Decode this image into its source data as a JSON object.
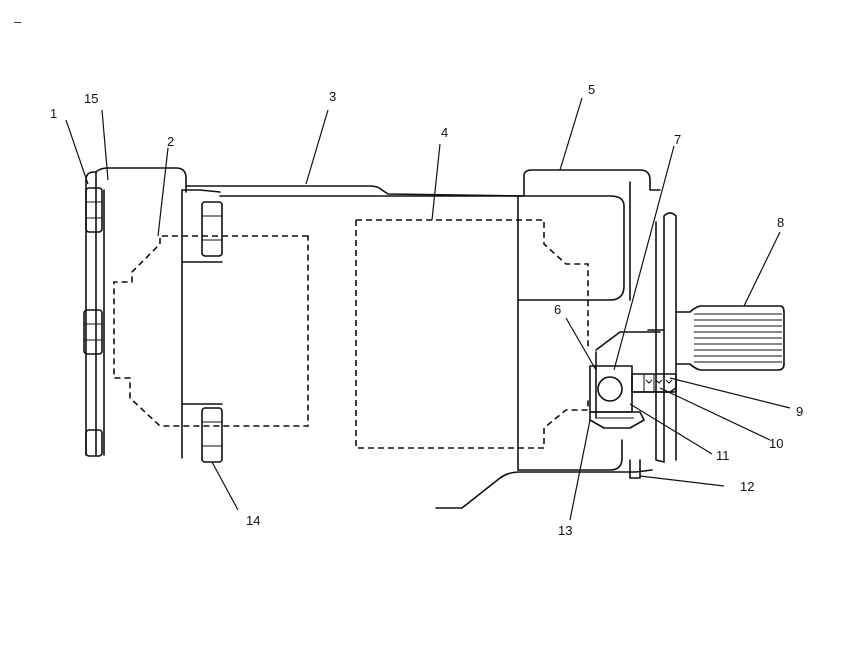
{
  "corner_mark": "–",
  "callouts": [
    {
      "id": "1",
      "text": "1"
    },
    {
      "id": "15",
      "text": "15"
    },
    {
      "id": "2",
      "text": "2"
    },
    {
      "id": "3",
      "text": "3"
    },
    {
      "id": "4",
      "text": "4"
    },
    {
      "id": "5",
      "text": "5"
    },
    {
      "id": "7",
      "text": "7"
    },
    {
      "id": "8",
      "text": "8"
    },
    {
      "id": "6",
      "text": "6"
    },
    {
      "id": "9",
      "text": "9"
    },
    {
      "id": "10",
      "text": "10"
    },
    {
      "id": "11",
      "text": "11"
    },
    {
      "id": "12",
      "text": "12"
    },
    {
      "id": "13",
      "text": "13"
    },
    {
      "id": "14",
      "text": "14"
    }
  ]
}
